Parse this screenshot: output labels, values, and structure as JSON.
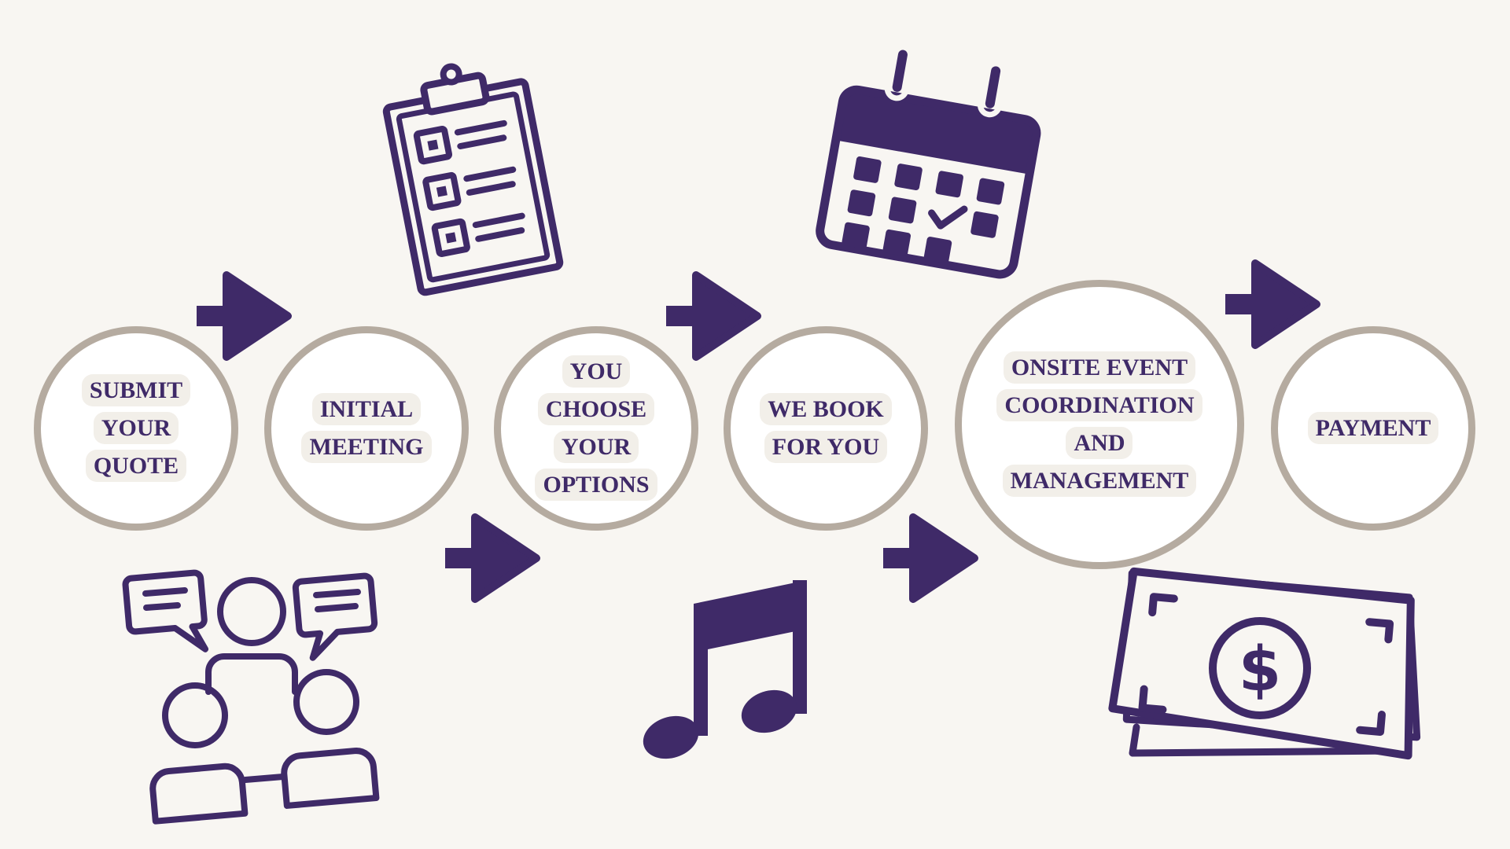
{
  "diagram": {
    "type": "process-flow",
    "colors": {
      "background": "#f8f6f2",
      "accent": "#3f2a68",
      "ring": "#b5aba0",
      "fill": "#ffffff"
    },
    "steps": [
      {
        "label": "SUBMIT\nYOUR\nQUOTE",
        "icon": "people-discussion-icon"
      },
      {
        "label": "INITIAL\nMEETING",
        "icon": "clipboard-checklist-icon"
      },
      {
        "label": "YOU\nCHOOSE\nYOUR\nOPTIONS",
        "icon": "music-note-icon"
      },
      {
        "label": "WE BOOK\nFOR YOU",
        "icon": "calendar-check-icon"
      },
      {
        "label": "ONSITE EVENT\nCOORDINATION\nAND\nMANAGEMENT",
        "icon": "money-bills-icon"
      },
      {
        "label": "PAYMENT",
        "icon": ""
      }
    ],
    "connectors": "right-arrows"
  }
}
